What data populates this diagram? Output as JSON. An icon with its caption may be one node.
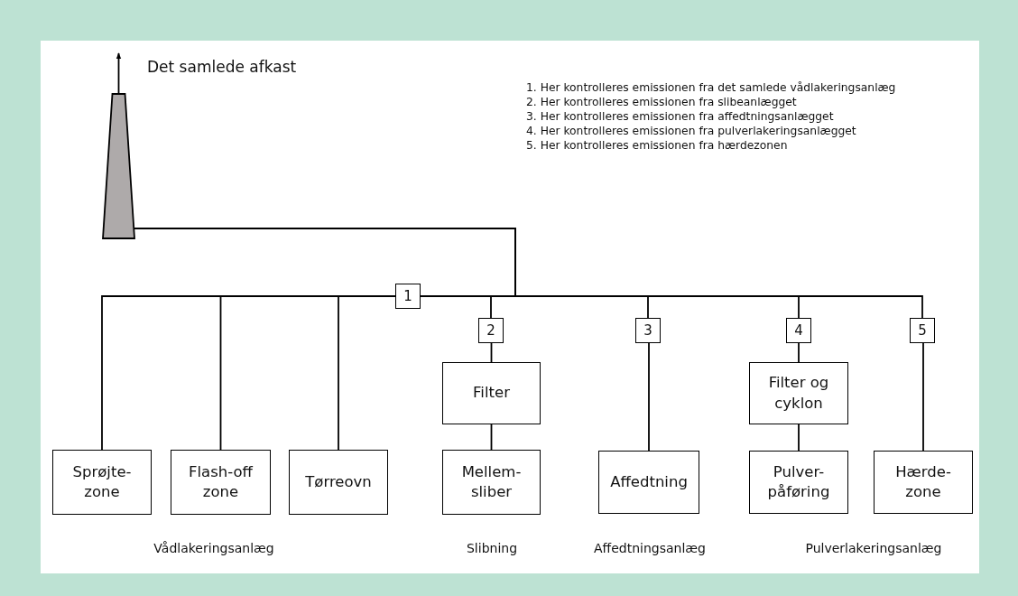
{
  "diagram": {
    "nodes": [
      {
        "text": [],
        "shape": "chimney",
        "beside": [
          "Det samlede afkast"
        ]
      },
      {
        "text": [
          "1"
        ]
      },
      {
        "text": [
          "Sprøjte- zone"
        ]
      },
      {
        "text": [
          "Flash-off zone"
        ]
      },
      {
        "text": [
          "Tørreovn"
        ]
      },
      {
        "text": [
          "2"
        ]
      },
      {
        "text": [
          "Filter"
        ]
      },
      {
        "text": [
          "Mellem- sliber"
        ]
      },
      {
        "text": [
          "3"
        ]
      },
      {
        "text": [
          "Affedtning"
        ]
      },
      {
        "text": [
          "4"
        ]
      },
      {
        "text": [
          "Filter og cyklon"
        ]
      },
      {
        "text": [
          "Pulver- påføring"
        ]
      },
      {
        "text": [
          "5"
        ]
      },
      {
        "text": [
          "Hærde- zone"
        ]
      }
    ],
    "edges": [
      {
        "from": 0,
        "to": null,
        "arrow": "to"
      },
      {
        "from": 2,
        "to": 1,
        "arrow": "none"
      },
      {
        "from": 3,
        "to": 1,
        "arrow": "none"
      },
      {
        "from": 4,
        "to": 1,
        "arrow": "none"
      },
      {
        "from": 1,
        "to": 0,
        "arrow": "none"
      },
      {
        "from": 5,
        "to": 0,
        "arrow": "none"
      },
      {
        "from": 6,
        "to": 5,
        "arrow": "none"
      },
      {
        "from": 7,
        "to": 6,
        "arrow": "none"
      },
      {
        "from": 8,
        "to": 0,
        "arrow": "none"
      },
      {
        "from": 9,
        "to": 8,
        "arrow": "none"
      },
      {
        "from": 10,
        "to": 0,
        "arrow": "none"
      },
      {
        "from": 11,
        "to": 10,
        "arrow": "none"
      },
      {
        "from": 12,
        "to": 11,
        "arrow": "none"
      },
      {
        "from": 13,
        "to": 0,
        "arrow": "none"
      },
      {
        "from": 14,
        "to": 13,
        "arrow": "none"
      }
    ],
    "labels": [
      "1. Her kontrolleres emissionen fra det samlede vådlakeringsanlæg",
      "2. Her kontrolleres emissionen fra slibeanlægget",
      "3. Her kontrolleres emissionen fra affedtningsanlægget",
      "4. Her kontrolleres emissionen fra pulverlakeringsanlægget",
      "5. Her kontrolleres emissionen fra hærdezonen",
      "Vådlakeringsanlæg",
      "Slibning",
      "Affedtningsanlæg",
      "Pulverlakeringsanlæg"
    ]
  }
}
